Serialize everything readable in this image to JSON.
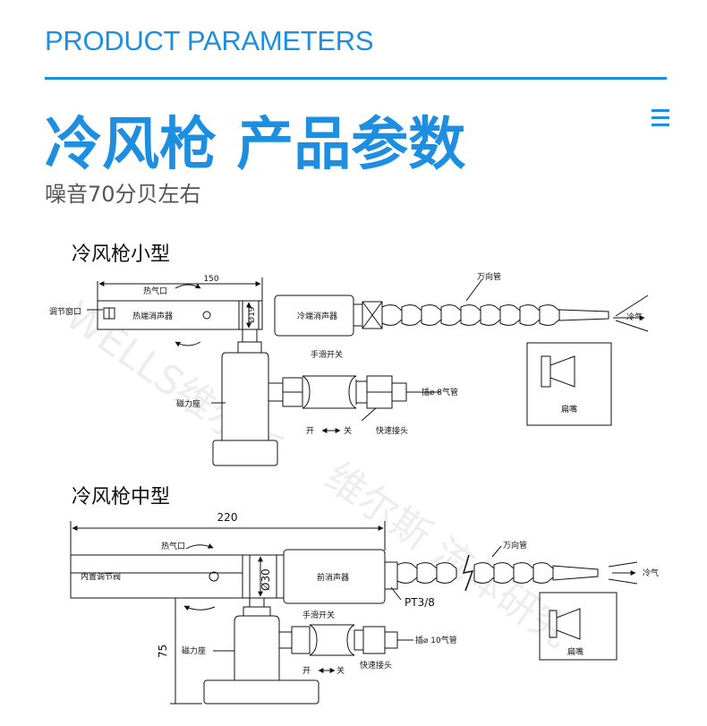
{
  "header": {
    "en_title": "PRODUCT PARAMETERS",
    "cn_title": "冷风枪 产品参数",
    "subtitle": "噪音70分贝左右"
  },
  "menu_icon": "hamburger-menu-icon",
  "colors": {
    "accent": "#1e8fe0"
  },
  "small_model": {
    "title": "冷风枪小型",
    "dim_length": "150",
    "dim_diameter": "Ø19",
    "hot_air_outlet": "热气口",
    "adjust_window": "调节窗口",
    "hot_muffler": "热端消声器",
    "cold_muffler": "冷端消声器",
    "universal_tube": "万向管",
    "cold_air": "冷气",
    "hand_slide_switch": "手滑开关",
    "insert_tube": "插⌀ 8气管",
    "magnetic_base": "磁力座",
    "open": "开",
    "close": "关",
    "quick_connector": "快速接头",
    "flat_nozzle": "扁嘴"
  },
  "medium_model": {
    "title": "冷风枪中型",
    "dim_length": "220",
    "dim_diameter": "Ø30",
    "dim_height": "75",
    "hot_air_outlet": "热气口",
    "built_in_valve": "内置调节阀",
    "front_muffler": "前消声器",
    "thread": "PT3/8",
    "universal_tube": "万向管",
    "cold_air": "冷气",
    "hand_slide_switch": "手滑开关",
    "insert_tube": "插⌀ 10气管",
    "magnetic_base": "磁力座",
    "open": "开",
    "close": "关",
    "quick_connector": "快速接头",
    "flat_nozzle": "扁嘴"
  }
}
